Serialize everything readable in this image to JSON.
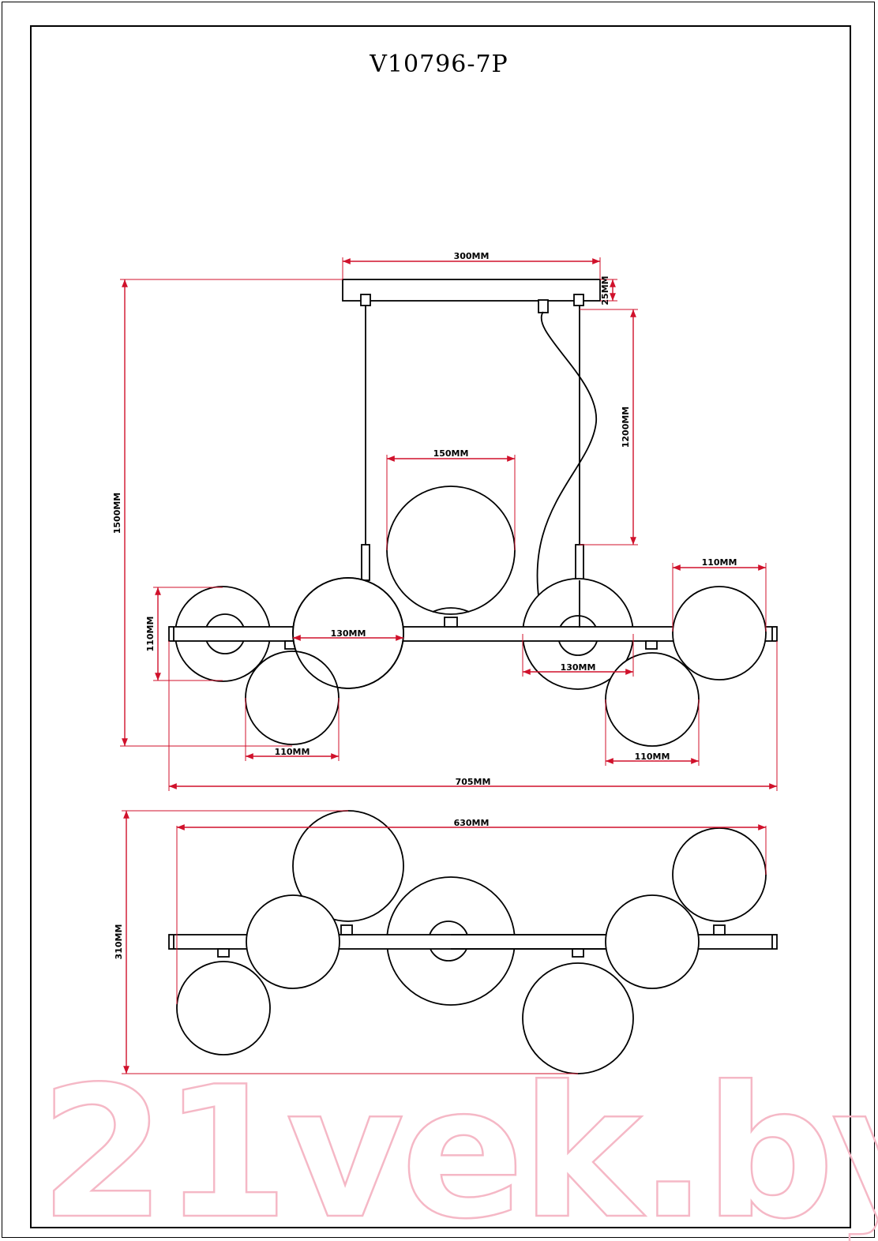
{
  "title": "V10796-7P",
  "watermark": "21vek.by",
  "dimensions": {
    "canopy_width": "300MM",
    "canopy_height": "25MM",
    "cable_length": "1200MM",
    "total_height": "1500MM",
    "shade_large": "150MM",
    "shade_small_right": "110MM",
    "shade_small_left": "110MM",
    "spacing_left": "130MM",
    "spacing_right": "130MM",
    "shade_bottom_left": "110MM",
    "shade_bottom_right": "110MM",
    "total_length": "705MM",
    "top_length": "630MM",
    "top_depth": "310MM"
  },
  "colors": {
    "dimension": "#d0112b",
    "outline": "#000000",
    "watermark": "#f5b8c6"
  }
}
